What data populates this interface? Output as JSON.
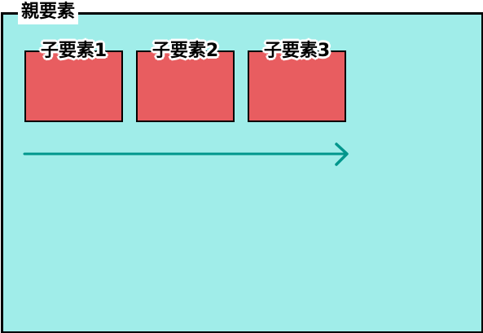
{
  "parent": {
    "label": "親要素",
    "fill_color": "#a0ede9",
    "border_color": "#000000"
  },
  "children": [
    {
      "label": "子要素1"
    },
    {
      "label": "子要素2"
    },
    {
      "label": "子要素3"
    }
  ],
  "child_style": {
    "fill_color": "#e85d60",
    "border_color": "#000000"
  },
  "arrow": {
    "direction": "right",
    "color": "#00968c"
  }
}
